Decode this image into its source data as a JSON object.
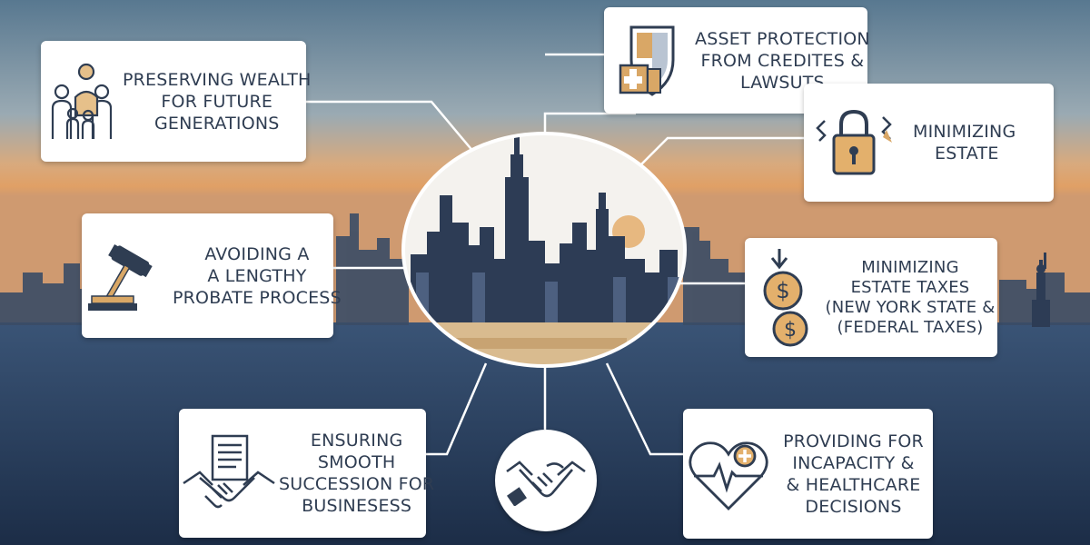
{
  "colors": {
    "sky_top": "#587890",
    "sky_mid": "#9aaab3",
    "sky_glow": "#e0a066",
    "water_top": "#314a6b",
    "water_bottom": "#1c2d47",
    "skyline_dark": "#2d3c55",
    "accent_gold": "#d9a766",
    "card_text": "#2f3d52",
    "connector": "#ffffff"
  },
  "cards": {
    "wealth": {
      "icon": "family-icon",
      "lines": [
        "PRESERVING WEALTH",
        "FOR FUTURE",
        "GENERATIONS"
      ]
    },
    "asset": {
      "icon": "shield-icon",
      "lines": [
        "ASSET PROTECTION",
        "FROM CREDITES &",
        "LAWSUTS"
      ]
    },
    "estate": {
      "icon": "padlock-icon",
      "lines": [
        "MINIMIZING",
        "ESTATE"
      ]
    },
    "probate": {
      "icon": "gavel-icon",
      "lines": [
        "AVOIDING A",
        "A LENGTHY",
        "PROBATE PROCESS"
      ]
    },
    "taxes": {
      "icon": "dollar-coins-icon",
      "lines": [
        "MINIMIZING",
        "ESTATE TAXES",
        "(NEW YORK STATE &",
        "(FEDERAL TAXES)"
      ]
    },
    "business": {
      "icon": "document-handshake-icon",
      "lines": [
        "ENSURING",
        "SMOOTH",
        "SUCCESSION FOR",
        "BUSINESESS"
      ]
    },
    "health": {
      "icon": "heart-pulse-icon",
      "lines": [
        "PROVIDING FOR",
        "INCAPACITY &",
        "& HEALTHCARE",
        "DECISIONS"
      ]
    }
  },
  "hub": {
    "icon": "city-skyline-icon"
  },
  "bottom_hub": {
    "icon": "handshake-icon"
  }
}
